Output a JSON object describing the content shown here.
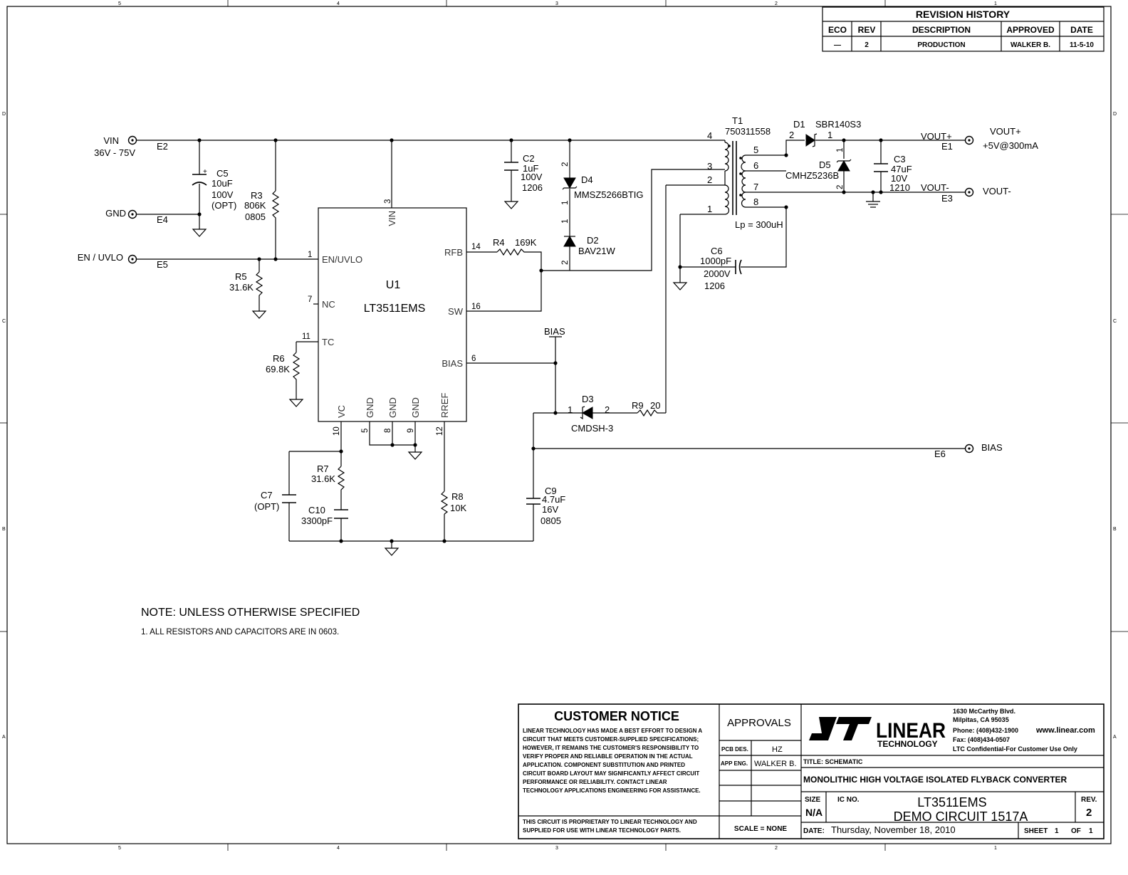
{
  "border": {
    "cols_top": [
      "5",
      "4",
      "3",
      "2",
      "1"
    ],
    "cols_bottom": [
      "5",
      "4",
      "3",
      "2",
      "1"
    ],
    "rows_left": [
      "D",
      "C",
      "B",
      "A"
    ],
    "rows_right": [
      "D",
      "C",
      "B",
      "A"
    ]
  },
  "revision": {
    "title": "REVISION HISTORY",
    "headers": [
      "ECO",
      "REV",
      "DESCRIPTION",
      "APPROVED",
      "DATE"
    ],
    "row": [
      "—",
      "2",
      "PRODUCTION",
      "WALKER B.",
      "11-5-10"
    ]
  },
  "terminals": {
    "vin": {
      "name": "VIN",
      "range": "36V - 75V",
      "id": "E2"
    },
    "gnd": {
      "name": "GND",
      "id": "E4"
    },
    "en": {
      "name": "EN / UVLO",
      "id": "E5"
    },
    "voutp": {
      "name": "VOUT+",
      "spec": "+5V@300mA",
      "net": "VOUT+",
      "id": "E1"
    },
    "voutn": {
      "name": "VOUT-",
      "net": "VOUT-",
      "id": "E3"
    },
    "bias": {
      "name": "BIAS",
      "id": "E6"
    }
  },
  "ic": {
    "ref": "U1",
    "part": "LT3511EMS",
    "pins": {
      "vin": {
        "num": "3",
        "name": "VIN"
      },
      "en": {
        "num": "1",
        "name": "EN/UVLO"
      },
      "nc": {
        "num": "7",
        "name": "NC"
      },
      "tc": {
        "num": "11",
        "name": "TC"
      },
      "rfb": {
        "num": "14",
        "name": "RFB"
      },
      "sw": {
        "num": "16",
        "name": "SW"
      },
      "bias": {
        "num": "6",
        "name": "BIAS"
      },
      "vc": {
        "num": "10",
        "name": "VC"
      },
      "gnd1": {
        "num": "5",
        "name": "GND"
      },
      "gnd2": {
        "num": "8",
        "name": "GND"
      },
      "gnd3": {
        "num": "9",
        "name": "GND"
      },
      "rref": {
        "num": "12",
        "name": "RREF"
      }
    }
  },
  "components": {
    "c5": [
      "C5",
      "10uF",
      "100V",
      "(OPT)"
    ],
    "r3": [
      "R3",
      "806K",
      "0805"
    ],
    "r5": [
      "R5",
      "31.6K"
    ],
    "r6": [
      "R6",
      "69.8K"
    ],
    "c2": [
      "C2",
      "1uF",
      "100V",
      "1206"
    ],
    "d4": [
      "D4",
      "MMSZ5266BTIG"
    ],
    "d2": [
      "D2",
      "BAV21W"
    ],
    "r4": [
      "R4",
      "169K"
    ],
    "t1": [
      "T1",
      "750311558"
    ],
    "lp": "Lp = 300uH",
    "d1": [
      "D1",
      "SBR140S3"
    ],
    "d5": [
      "D5",
      "CMHZ5236B"
    ],
    "c3": [
      "C3",
      "47uF",
      "10V",
      "1210"
    ],
    "c6": [
      "C6",
      "1000pF",
      "2000V",
      "1206"
    ],
    "d3": [
      "D3",
      "CMDSH-3"
    ],
    "r9": [
      "R9",
      "20"
    ],
    "c9": [
      "C9",
      "4.7uF",
      "16V",
      "0805"
    ],
    "r7": [
      "R7",
      "31.6K"
    ],
    "c10": [
      "C10",
      "3300pF"
    ],
    "c7": [
      "C7",
      "(OPT)"
    ],
    "r8": [
      "R8",
      "10K"
    ],
    "bias_net": "BIAS"
  },
  "pin_numbers": {
    "d4_top": "2",
    "d4_bot": "1",
    "d2_top": "1",
    "d2_bot": "2",
    "t1_4": "4",
    "t1_3": "3",
    "t1_2": "2",
    "t1_1": "1",
    "t1_5": "5",
    "t1_6": "6",
    "t1_7": "7",
    "t1_8": "8",
    "d1_a": "2",
    "d1_k": "1",
    "d5_k": "1",
    "d5_a": "2",
    "d3_a": "1",
    "d3_k": "2"
  },
  "notes": {
    "heading": "NOTE: UNLESS OTHERWISE SPECIFIED",
    "item1": "1. ALL RESISTORS AND CAPACITORS ARE IN 0603."
  },
  "titleblock": {
    "notice_title": "CUSTOMER NOTICE",
    "notice_lines": [
      "LINEAR TECHNOLOGY HAS MADE A BEST EFFORT TO DESIGN A",
      "CIRCUIT THAT MEETS CUSTOMER-SUPPLIED SPECIFICATIONS;",
      "HOWEVER, IT REMAINS THE CUSTOMER'S RESPONSIBILITY TO",
      "VERIFY PROPER AND RELIABLE OPERATION IN THE ACTUAL",
      "APPLICATION.  COMPONENT SUBSTITUTION AND PRINTED",
      "CIRCUIT BOARD LAYOUT MAY SIGNIFICANTLY AFFECT CIRCUIT",
      "PERFORMANCE OR RELIABILITY.  CONTACT LINEAR",
      "TECHNOLOGY APPLICATIONS ENGINEERING FOR ASSISTANCE."
    ],
    "proprietary_lines": [
      "THIS CIRCUIT IS PROPRIETARY TO LINEAR TECHNOLOGY AND",
      "SUPPLIED FOR USE WITH LINEAR TECHNOLOGY PARTS."
    ],
    "approvals": "APPROVALS",
    "pcb_des_label": "PCB DES.",
    "pcb_des": "HZ",
    "app_eng_label": "APP ENG.",
    "app_eng": "WALKER B.",
    "scale": "SCALE = NONE",
    "logo_word": "LINEAR",
    "logo_sub": "TECHNOLOGY",
    "address": [
      "1630 McCarthy Blvd.",
      "Milpitas, CA 95035",
      "Phone: (408)432-1900",
      "Fax: (408)434-0507"
    ],
    "website": "www.linear.com",
    "confidential": "LTC Confidential-For Customer Use Only",
    "title_label": "TITLE: SCHEMATIC",
    "title": "MONOLITHIC HIGH VOLTAGE ISOLATED FLYBACK CONVERTER",
    "size_label": "SIZE",
    "size": "N/A",
    "ic_no_label": "IC NO.",
    "ic_no_1": "LT3511EMS",
    "ic_no_2": "DEMO CIRCUIT 1517A",
    "rev_label": "REV.",
    "rev": "2",
    "date_label": "DATE:",
    "date": "Thursday, November 18, 2010",
    "sheet_label": "SHEET",
    "sheet": "1",
    "of_label": "OF",
    "of": "1"
  }
}
